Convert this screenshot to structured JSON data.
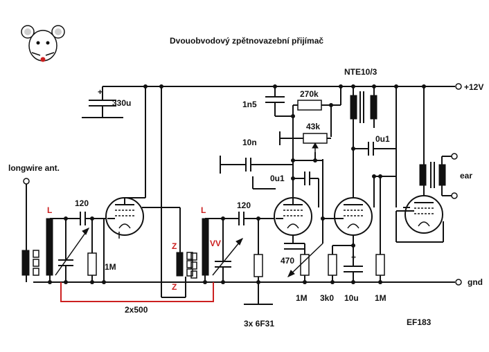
{
  "title": "Dvouobvodový zpětnovazební přijímač",
  "labels": {
    "supply": "+12V",
    "ground": "gnd",
    "antenna": "longwire ant.",
    "cap_330u": "330u",
    "cap_1n5": "1n5",
    "res_270k": "270k",
    "res_43k": "43k",
    "cap_10n": "10n",
    "transformer": "NTE10/3",
    "cap_0u1_right": "0u1",
    "cap_0u1_left": "0u1",
    "earphone": "ear",
    "coil_L1": "L",
    "coil_L2": "L",
    "coil_Z1": "Z",
    "coil_Z2": "Z",
    "coil_VV": "VV",
    "cap_120_1": "120",
    "cap_120_2": "120",
    "res_1M_1": "1M",
    "res_470": "470",
    "res_1M_2": "1M",
    "res_3k0": "3k0",
    "cap_10u": "10u",
    "res_1M_3": "1M",
    "variable_cap": "2x500",
    "tubes_main": "3x 6F31",
    "tube_output": "EF183",
    "plus_330u": "+",
    "plus_10u": "+"
  },
  "colors": {
    "wire": "#111111",
    "coil_label": "#cc2020",
    "tuning_link": "#cc2020",
    "background": "#ffffff"
  },
  "icons": {
    "logo": "mouse-face-icon"
  }
}
